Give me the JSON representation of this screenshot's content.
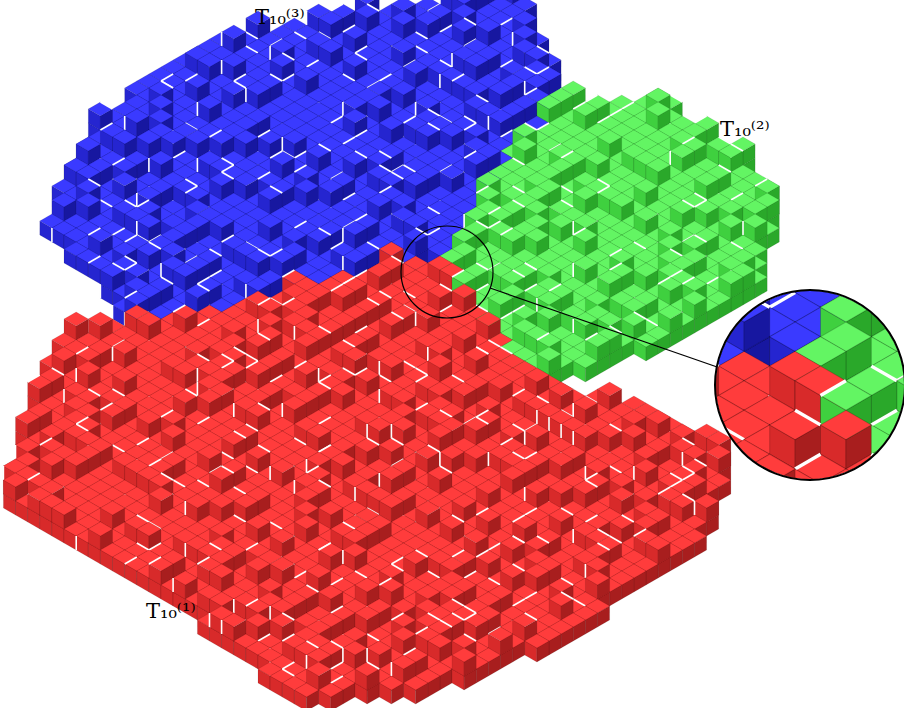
{
  "diagram": {
    "labels": [
      "T₁₀⁽³⁾",
      "T₁₀⁽²⁾",
      "T₁₀⁽¹⁾"
    ]
  }
}
